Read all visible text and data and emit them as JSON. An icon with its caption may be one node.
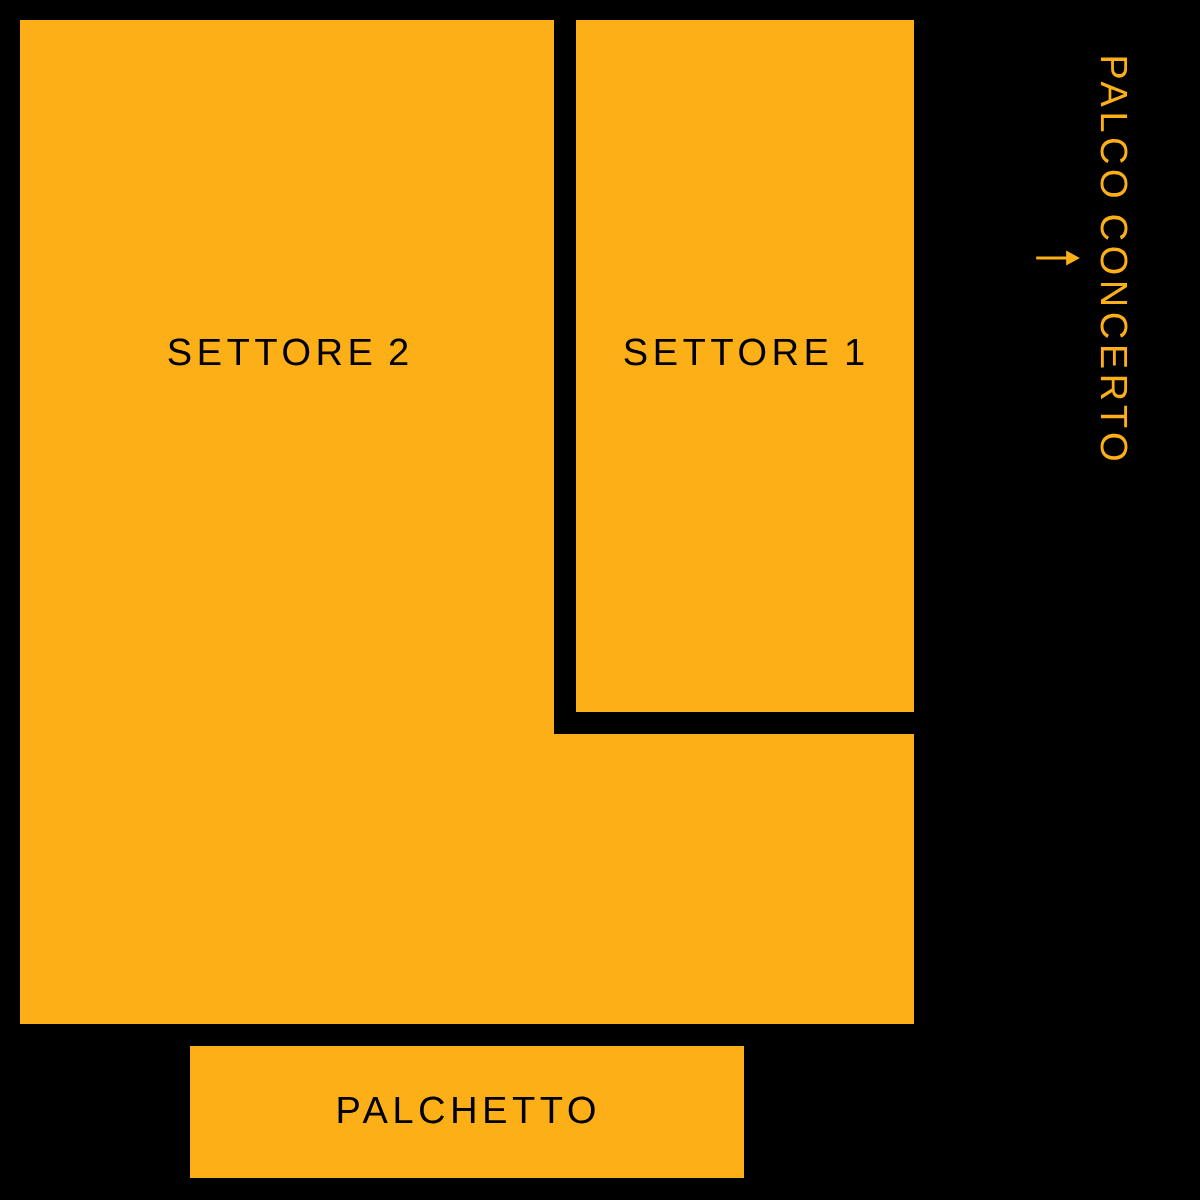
{
  "diagram": {
    "nodes": [
      {
        "text": [
          "SETTORE 2"
        ]
      },
      {
        "text": [
          "SETTORE 1"
        ]
      },
      {
        "text": [
          "PALCHETTO"
        ]
      },
      {
        "text": [
          "PALCO CONCERTO"
        ]
      }
    ],
    "edges": [
      {
        "from": null,
        "to": 3,
        "arrow": "to"
      }
    ]
  }
}
